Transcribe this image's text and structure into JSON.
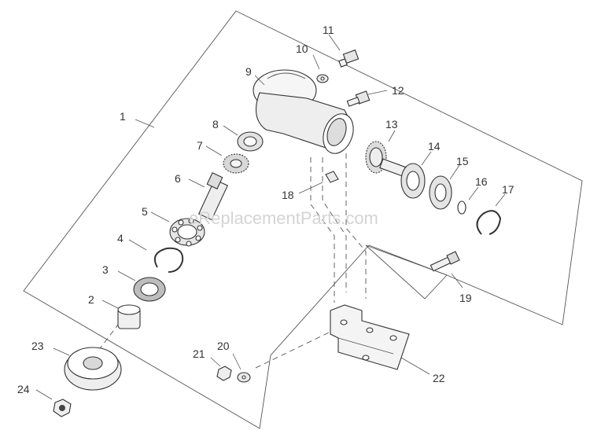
{
  "watermark": "eReplacementParts.com",
  "callouts": [
    "1",
    "2",
    "3",
    "4",
    "5",
    "6",
    "7",
    "8",
    "9",
    "10",
    "11",
    "12",
    "13",
    "14",
    "15",
    "16",
    "17",
    "18",
    "19",
    "20",
    "21",
    "22",
    "23",
    "24"
  ]
}
